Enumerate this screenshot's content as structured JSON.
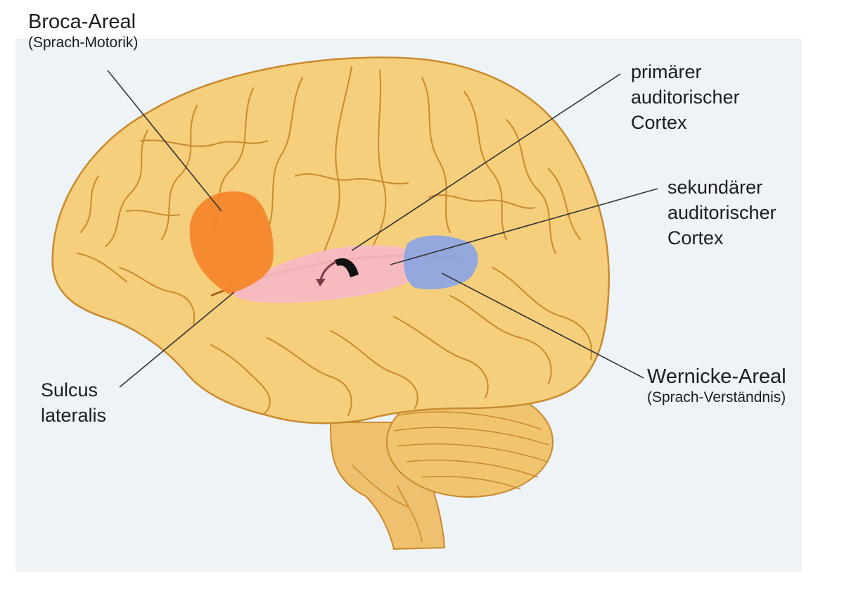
{
  "labels": {
    "broca": {
      "title": "Broca-Areal",
      "subtitle": "(Sprach-Motorik)"
    },
    "primary_cortex": {
      "lines": [
        "primärer",
        "auditorischer",
        "Cortex"
      ]
    },
    "secondary_cortex": {
      "lines": [
        "sekundärer",
        "auditorischer",
        "Cortex"
      ]
    },
    "wernicke": {
      "title": "Wernicke-Areal",
      "subtitle": "(Sprach-Verständnis)"
    },
    "sulcus": {
      "lines": [
        "Sulcus",
        "lateralis"
      ]
    }
  },
  "colors": {
    "background_panel": "#eef3f8",
    "brain": "#f6cf7c",
    "brain_outline": "#c98a2e",
    "broca_region": "#f4862c",
    "wernicke_region": "#8ea6e0",
    "auditory_cortex": "#f7b8c6",
    "leader_line": "#333333"
  }
}
